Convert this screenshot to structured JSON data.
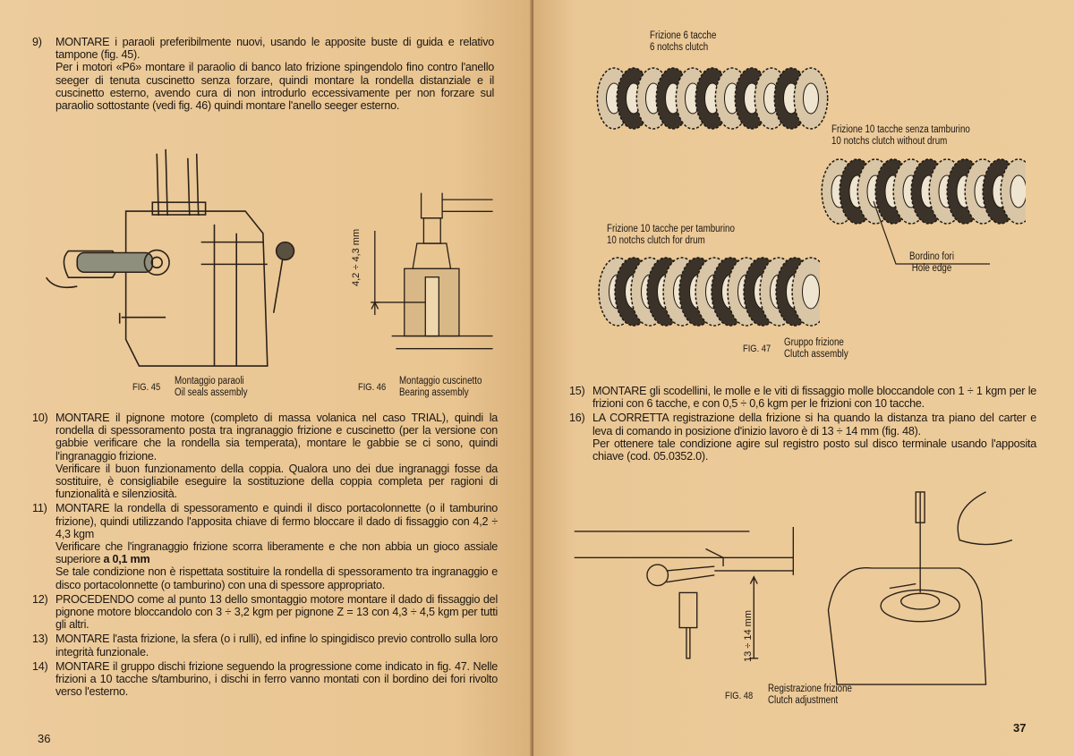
{
  "left_page": {
    "page_number": "36",
    "steps": [
      {
        "num": "9)",
        "paragraphs": [
          "MONTARE i paraoli preferibilmente nuovi, usando le apposite buste di guida e relativo tampone (fig. 45).",
          "Per i motori «P6» montare il paraolio di banco lato frizione spingendolo fino contro l'anello seeger di tenuta cuscinetto senza forzare, quindi montare la rondella distanziale e il cuscinetto esterno, avendo cura di non introdurlo eccessivamente per non forzare sul paraolio sottostante (vedi fig. 46) quindi montare l'anello seeger esterno."
        ]
      },
      {
        "num": "10)",
        "paragraphs": [
          "MONTARE il pignone motore (completo di massa volanica nel caso TRIAL), quindi la rondella di spessoramento posta tra ingranaggio frizione e cuscinetto (per la versione con gabbie verificare che la rondella sia temperata), montare le gabbie se ci sono, quindi l'ingranaggio frizione.",
          "Verificare il buon funzionamento della coppia. Qualora uno dei due ingranaggi fosse da sostituire, è consigliabile eseguire la sostituzione della coppia completa per ragioni di funzionalità e silenziosità."
        ]
      },
      {
        "num": "11)",
        "paragraphs": [
          "MONTARE la rondella di spessoramento e quindi il disco portacolonnette (o il tamburino frizione), quindi utilizzando l'apposita chiave di fermo bloccare il dado di fissaggio con 4,2 ÷ 4,3 kgm",
          "Verificare che l'ingranaggio frizione scorra liberamente e che non abbia un gioco assiale superiore",
          "Se tale condizione non è rispettata sostituire la rondella di spessoramento tra ingranaggio e disco portacolonnette (o tamburino) con una di spessore appropriato."
        ],
        "bold_value": "a 0,1 mm"
      },
      {
        "num": "12)",
        "paragraphs": [
          "PROCEDENDO come al punto 13 dello smontaggio motore montare il dado di fissaggio del pignone motore bloccandolo con 3 ÷ 3,2 kgm per pignone Z = 13 con 4,3 ÷ 4,5 kgm per tutti gli altri."
        ]
      },
      {
        "num": "13)",
        "paragraphs": [
          "MONTARE l'asta frizione, la sfera (o i rulli), ed infine lo spingidisco previo controllo sulla loro integrità funzionale."
        ]
      },
      {
        "num": "14)",
        "paragraphs": [
          "MONTARE il gruppo dischi frizione seguendo la progressione come indicato in fig. 47. Nelle frizioni a 10 tacche s/tamburino, i dischi in ferro vanno montati con il bordino dei fori rivolto verso l'esterno."
        ]
      }
    ],
    "figures": [
      {
        "label": "FIG. 45",
        "caption_it": "Montaggio paraoli",
        "caption_en": "Oil seals assembly"
      },
      {
        "label": "FIG. 46",
        "caption_it": "Montaggio cuscinetto",
        "caption_en": "Bearing assembly",
        "dimension": "4,2 ÷ 4,3 mm"
      }
    ]
  },
  "right_page": {
    "page_number": "37",
    "fig47": {
      "label": "FIG. 47",
      "caption_it": "Gruppo frizione",
      "caption_en": "Clutch assembly",
      "clutch_6": [
        "Frizione 6 tacche",
        "6 notchs clutch"
      ],
      "clutch_10_no_drum": [
        "Frizione 10 tacche senza tamburino",
        "10 notchs clutch without drum"
      ],
      "clutch_10_drum": [
        "Frizione 10 tacche per tamburino",
        "10 notchs clutch for drum"
      ],
      "hole_edge": [
        "Bordino fori",
        "Hole edge"
      ]
    },
    "steps": [
      {
        "num": "15)",
        "paragraphs": [
          "MONTARE gli scodellini, le molle e le viti di fissaggio molle bloccandole con 1 ÷ 1 kgm per le frizioni con 6 tacche, e con 0,5 ÷ 0,6 kgm per le frizioni con 10 tacche."
        ]
      },
      {
        "num": "16)",
        "paragraphs": [
          "LA CORRETTA registrazione della frizione si ha quando la distanza tra piano del carter e leva di comando in posizione d'inizio lavoro è di 13 ÷ 14 mm (fig. 48).",
          "Per ottenere tale condizione agire sul registro posto sul disco terminale usando l'apposita chiave (cod. 05.0352.0)."
        ]
      }
    ],
    "fig48": {
      "label": "FIG. 48",
      "caption_it": "Registrazione frizione",
      "caption_en": "Clutch adjustment",
      "dimension": "13 ÷ 14 mm"
    }
  }
}
